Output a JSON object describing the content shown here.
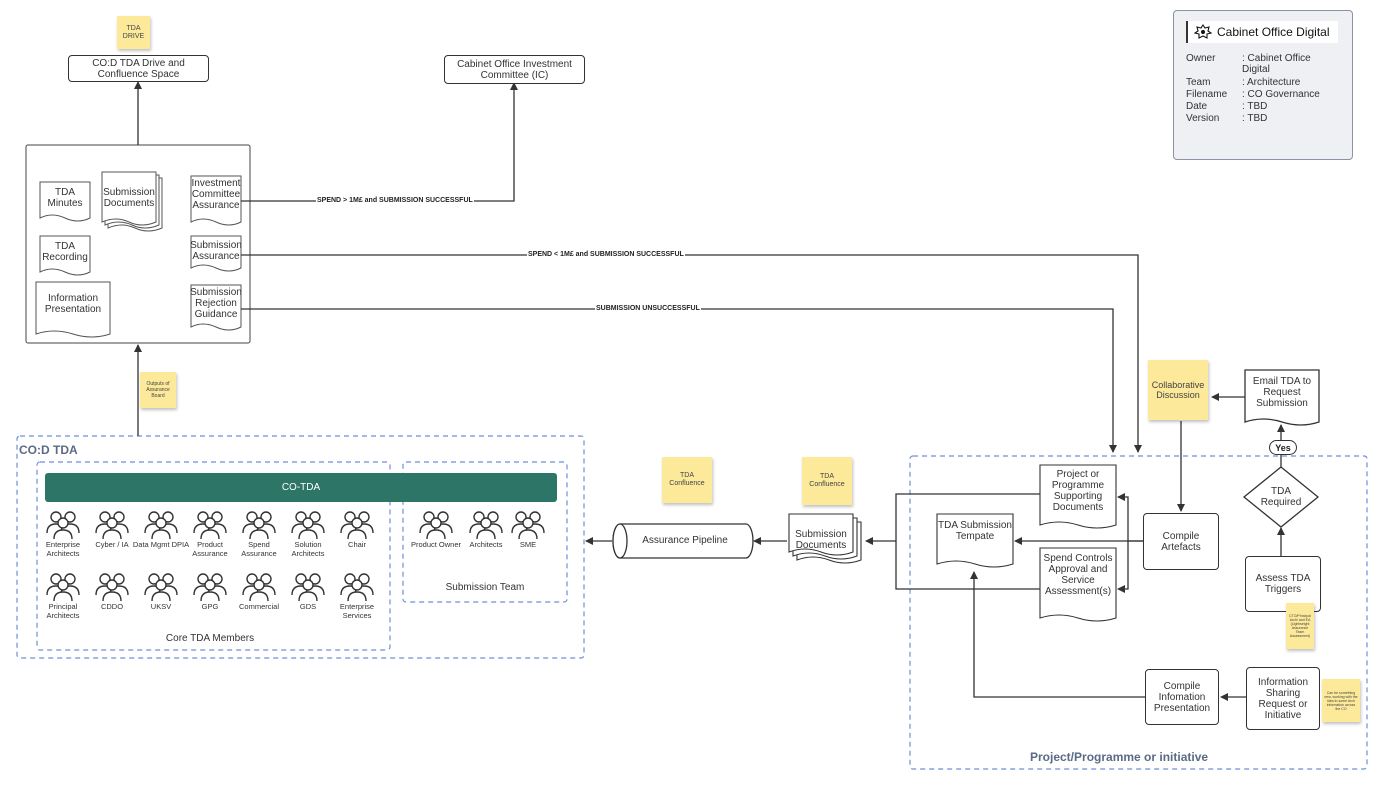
{
  "top": {
    "tda_drive_note": "TDA DRIVE",
    "drive_box": "CO:D TDA Drive and Confluence Space",
    "ic_box": "Cabinet Office Investment Committee (IC)"
  },
  "assurance_docs": {
    "tda_minutes": "TDA Minutes",
    "submission_documents": "Submission Documents",
    "ic_assurance": "Investment Committee Assurance",
    "tda_recording": "TDA Recording",
    "submission_assurance": "Submission Assurance",
    "information_presentation": "Information Presentation",
    "rejection_guidance": "Submission Rejection Guidance"
  },
  "edges": {
    "spend_over": "SPEND > 1M£ and SUBMISSION SUCCESSFUL",
    "spend_under": "SPEND < 1M£ and SUBMISSION SUCCESSFUL",
    "unsuccessful": "SUBMISSION UNSUCCESSFUL",
    "yes": "Yes"
  },
  "outputs_note": "Outputs of Assurance Board",
  "cod_tda": {
    "title": "CO:D TDA",
    "bar": "CO-TDA",
    "core_label": "Core TDA Members",
    "core_row1": [
      "Enterprise Architects",
      "Cyber / IA",
      "Data Mgmt DPIA",
      "Product Assurance",
      "Spend Assurance",
      "Solution Architects",
      "Chair"
    ],
    "core_row2": [
      "Principal Architects",
      "CDDO",
      "UKSV",
      "GPG",
      "Commercial",
      "GDS",
      "Enterprise Services"
    ],
    "submission_team_label": "Submission Team",
    "submission_team": [
      "Product Owner",
      "Architects",
      "SME"
    ]
  },
  "middle": {
    "confluence_note_1": "TDA Confluence",
    "confluence_note_2": "TDA Confluence",
    "assurance_pipeline": "Assurance Pipeline",
    "submission_documents": "Submission Documents"
  },
  "project": {
    "title": "Project/Programme or initiative",
    "collab_note": "Collaborative Discussion",
    "email_tda": "Email TDA to Request Submission",
    "tda_required": "TDA Required",
    "supporting_docs": "Project or Programme Supporting Documents",
    "tda_template": "TDA Submission Tempate",
    "compile_artefacts": "Compile Artefacts",
    "spend_controls": "Spend Controls Approval and Service Assessment(s)",
    "assess_triggers": "Assess TDA Triggers",
    "triggers_note": "CTO/Principal Arch/ and EA (Lightweight Assurance Team Assessment)",
    "compile_info": "Compile Infomation Presentation",
    "info_sharing": "Information Sharing Request or Initiative",
    "info_note": "Can be something new, working with the idea to some Arch information across the CO"
  },
  "info_card": {
    "brand": "Cabinet Office Digital",
    "rows": [
      {
        "k": "Owner",
        "v": ": Cabinet Office Digital"
      },
      {
        "k": "Team",
        "v": ": Architecture"
      },
      {
        "k": "Filename",
        "v": ": CO Governance"
      },
      {
        "k": "Date",
        "v": ": TBD"
      },
      {
        "k": "Version",
        "v": ": TBD"
      }
    ]
  },
  "colors": {
    "bar_green": "#2d7566",
    "sticky": "#fde99a",
    "dashed_blue": "#6f8fd8",
    "title_blue": "#5b6b85"
  }
}
